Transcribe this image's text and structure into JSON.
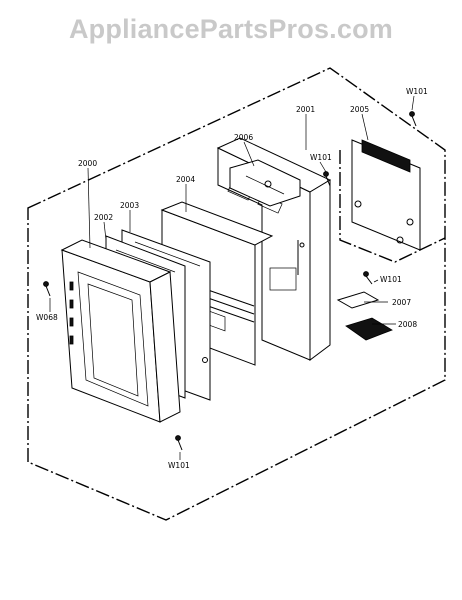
{
  "watermark": "AppliancePartsPros.com",
  "labels": {
    "p2000": "2000",
    "p2001": "2001",
    "p2002": "2002",
    "p2003": "2003",
    "p2004": "2004",
    "p2005": "2005",
    "p2006": "2006",
    "p2007": "2007",
    "p2008": "2008",
    "w101_top": "W101",
    "w101_mid": "W101",
    "w101_right": "W101",
    "w101_bottom": "W101",
    "w068": "W068"
  }
}
